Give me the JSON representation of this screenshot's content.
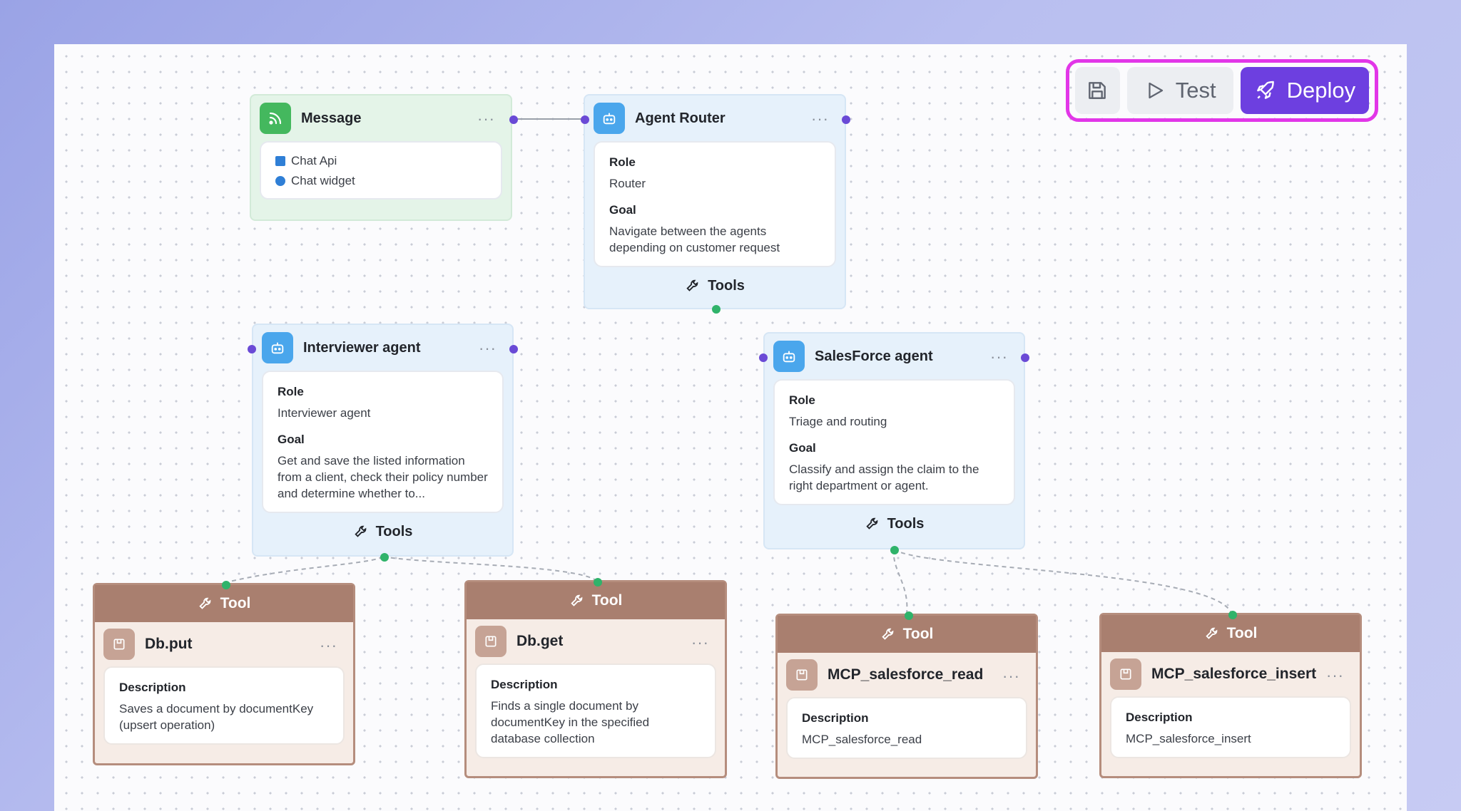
{
  "toolbar": {
    "test_label": "Test",
    "deploy_label": "Deploy"
  },
  "message": {
    "title": "Message",
    "sources": [
      "Chat Api",
      "Chat widget"
    ]
  },
  "router": {
    "title": "Agent Router",
    "role_label": "Role",
    "role": "Router",
    "goal_label": "Goal",
    "goal": "Navigate between the agents depending on customer request",
    "tools_label": "Tools"
  },
  "interviewer": {
    "title": "Interviewer agent",
    "role_label": "Role",
    "role": "Interviewer agent",
    "goal_label": "Goal",
    "goal": "Get and save the listed information from a client, check their policy number and determine whether to...",
    "tools_label": "Tools"
  },
  "salesforce": {
    "title": "SalesForce agent",
    "role_label": "Role",
    "role": "Triage and routing",
    "goal_label": "Goal",
    "goal": "Classify and assign the claim to the right department or agent.",
    "tools_label": "Tools"
  },
  "tools": [
    {
      "header": "Tool",
      "title": "Db.put",
      "desc_label": "Description",
      "desc": "Saves a document by documentKey (upsert operation)"
    },
    {
      "header": "Tool",
      "title": "Db.get",
      "desc_label": "Description",
      "desc": "Finds a single document by documentKey in the specified database collection"
    },
    {
      "header": "Tool",
      "title": "MCP_salesforce_read",
      "desc_label": "Description",
      "desc": "MCP_salesforce_read"
    },
    {
      "header": "Tool",
      "title": "MCP_salesforce_insert",
      "desc_label": "Description",
      "desc": "MCP_salesforce_insert"
    }
  ],
  "colors": {
    "accent": "#6d3fe0",
    "highlight": "#e236e8",
    "port": "#6a4ad6",
    "tool_port": "#2fb36a",
    "tool_header": "#a97f6f"
  }
}
